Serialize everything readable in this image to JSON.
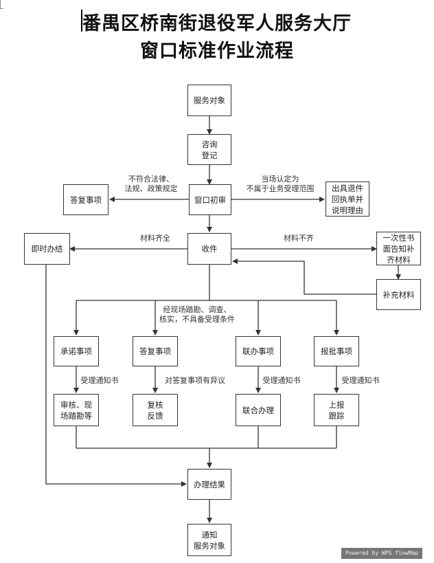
{
  "title": {
    "line1": "番禺区桥南街退役军人服务大厅",
    "line2": "窗口标准作业流程"
  },
  "nodes": {
    "service_target": "服务对象",
    "consult_register": "咨询\n登记",
    "window_review": "窗口初审",
    "reply_left": "答复事项",
    "issue_return_receipt": "出具退件\n回执单并\n说明理由",
    "immediate_done": "即时办结",
    "receive": "收件",
    "one_time_notice": "一次性书\n面告知补\n齐材料",
    "supplement": "补充材料",
    "promise_item": "承诺事项",
    "reply_item": "答复事项",
    "joint_item": "联办事项",
    "approval_item": "报批事项",
    "review_survey": "审核、现\n场踏勘等",
    "recheck_feedback": "复核\n反馈",
    "joint_handle": "联合办理",
    "report_track": "上报\n跟踪",
    "result": "办理结果",
    "notify_target": "通知\n服务对象"
  },
  "edge_labels": {
    "not_compliant": "不符合法律、\n法规、政策规定",
    "not_in_scope": "当场认定为\n不属于业务受理范围",
    "materials_complete": "材料齐全",
    "materials_incomplete": "材料不齐",
    "survey_not_eligible": "经现场踏勘、调查、\n核实，不具备受理条件",
    "acceptance_notice_1": "受理通知书",
    "objection": "对答复事项有异议",
    "acceptance_notice_2": "受理通知书",
    "acceptance_notice_3": "受理通知书"
  },
  "watermark": "Powered by WPS flowMap",
  "colors": {
    "line": "#333333",
    "watermark_bg": "#777777"
  }
}
